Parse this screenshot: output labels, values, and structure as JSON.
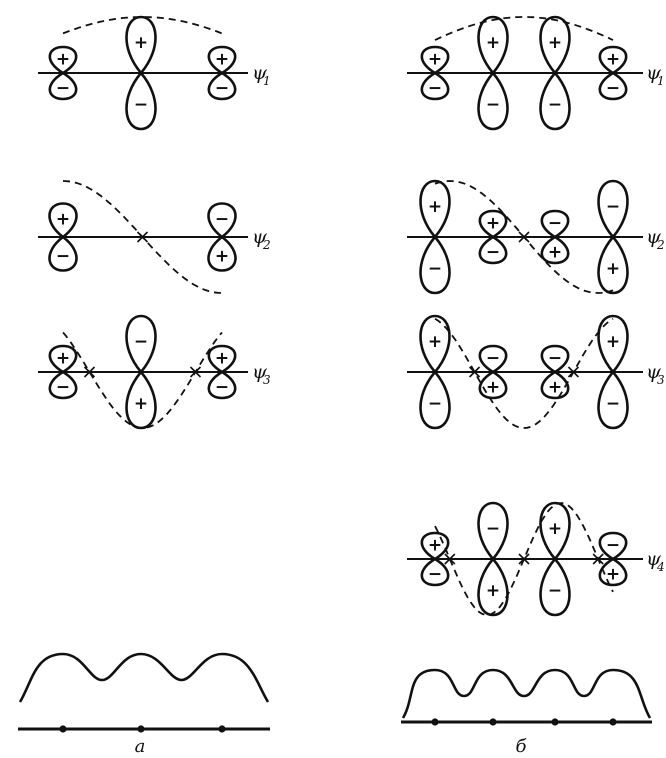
{
  "panels": [
    {
      "id": "a",
      "caption": "a",
      "atoms": 3,
      "orbitals": [
        {
          "psi": "ψ",
          "index": "1",
          "signs": [
            "+",
            "+",
            "+"
          ],
          "amplitudes": [
            0.6,
            1.0,
            0.6
          ],
          "nodes": 0
        },
        {
          "psi": "ψ",
          "index": "2",
          "signs": [
            "+",
            null,
            "-"
          ],
          "amplitudes": [
            0.7,
            0,
            0.7
          ],
          "nodes": 1
        },
        {
          "psi": "ψ",
          "index": "3",
          "signs": [
            "+",
            "-",
            "+"
          ],
          "amplitudes": [
            0.6,
            1.0,
            0.6
          ],
          "nodes": 2
        }
      ],
      "density_peaks": [
        0.75,
        0.6,
        0.75
      ]
    },
    {
      "id": "b",
      "caption": "б",
      "atoms": 4,
      "orbitals": [
        {
          "psi": "ψ",
          "index": "1",
          "signs": [
            "+",
            "+",
            "+",
            "+"
          ],
          "amplitudes": [
            0.6,
            1.0,
            1.0,
            0.6
          ],
          "nodes": 0
        },
        {
          "psi": "ψ",
          "index": "2",
          "signs": [
            "+",
            "+",
            "-",
            "-"
          ],
          "amplitudes": [
            1.0,
            0.6,
            0.6,
            1.0
          ],
          "nodes": 1
        },
        {
          "psi": "ψ",
          "index": "3",
          "signs": [
            "+",
            "-",
            "-",
            "+"
          ],
          "amplitudes": [
            1.0,
            0.6,
            0.6,
            1.0
          ],
          "nodes": 2
        },
        {
          "psi": "ψ",
          "index": "4",
          "signs": [
            "+",
            "-",
            "+",
            "-"
          ],
          "amplitudes": [
            0.6,
            1.0,
            1.0,
            0.6
          ],
          "nodes": 3
        }
      ],
      "density_peaks": [
        0.75,
        0.75,
        0.75,
        0.75
      ]
    }
  ]
}
